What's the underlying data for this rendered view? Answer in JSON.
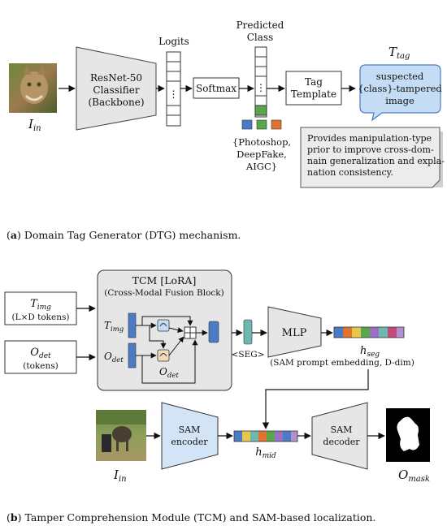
{
  "panel_a": {
    "input_label_main": "I",
    "input_label_sub": "in",
    "classifier": [
      "ResNet-50",
      "Classifier",
      "(Backbone)"
    ],
    "logits_label": "Logits",
    "logits_ellipsis": "⋮",
    "softmax_label": "Softmax",
    "predicted_label": [
      "Predicted",
      "Class"
    ],
    "predicted_ellipsis": "⋮",
    "classes_text": [
      "{Photoshop,",
      "DeepFake,",
      "AIGC}"
    ],
    "tag_template": [
      "Tag",
      "Template"
    ],
    "output_label_main": "T",
    "output_label_sub": "tag",
    "bubble_text": [
      "suspected",
      "{class}-tampered",
      "image"
    ],
    "note_text": [
      "Provides manipulation-type",
      "prior  to improve cross-dom-",
      "nain generalization and expla-",
      "nation consistency."
    ],
    "caption_letter": "a",
    "caption_text": "Domain Tag Generator (DTG) mechanism."
  },
  "panel_b": {
    "timg_main": "T",
    "timg_sub": "img",
    "timg_tokens": "(L×D tokens)",
    "odet_main": "O",
    "odet_sub": "det",
    "odet_tokens": "(tokens)",
    "tcm_title": "TCM [LoRA]",
    "tcm_subtitle": "(Cross-Modal Fusion Block)",
    "inner_timg_main": "T",
    "inner_timg_sub": "img",
    "inner_odet_main": "O",
    "inner_odet_sub": "det",
    "inner_odet2_main": "O",
    "inner_odet2_sub": "det",
    "seg_label": "<SEG>",
    "mlp_label": "MLP",
    "hseg_main": "h",
    "hseg_sub": "seg",
    "hseg_note": "(SAM prompt embedding, D-dim)",
    "input_main": "I",
    "input_sub": "in",
    "sam_encoder": [
      "SAM",
      "encoder"
    ],
    "hmid_main": "h",
    "hmid_sub": "mid",
    "sam_decoder": [
      "SAM",
      "decoder"
    ],
    "omask_main": "O",
    "omask_sub": "mask",
    "caption_letter": "b",
    "caption_text": "Tamper Comprehension Module (TCM) and SAM-based localization."
  },
  "colors": {
    "blue": "#4a7bc4",
    "green": "#5aa64a",
    "orange": "#e0732e",
    "teal": "#6fb8b0",
    "bubble": "#c5dcf5",
    "sam_blue": "#d4e4f7",
    "gray_block": "#e6e6e6"
  }
}
